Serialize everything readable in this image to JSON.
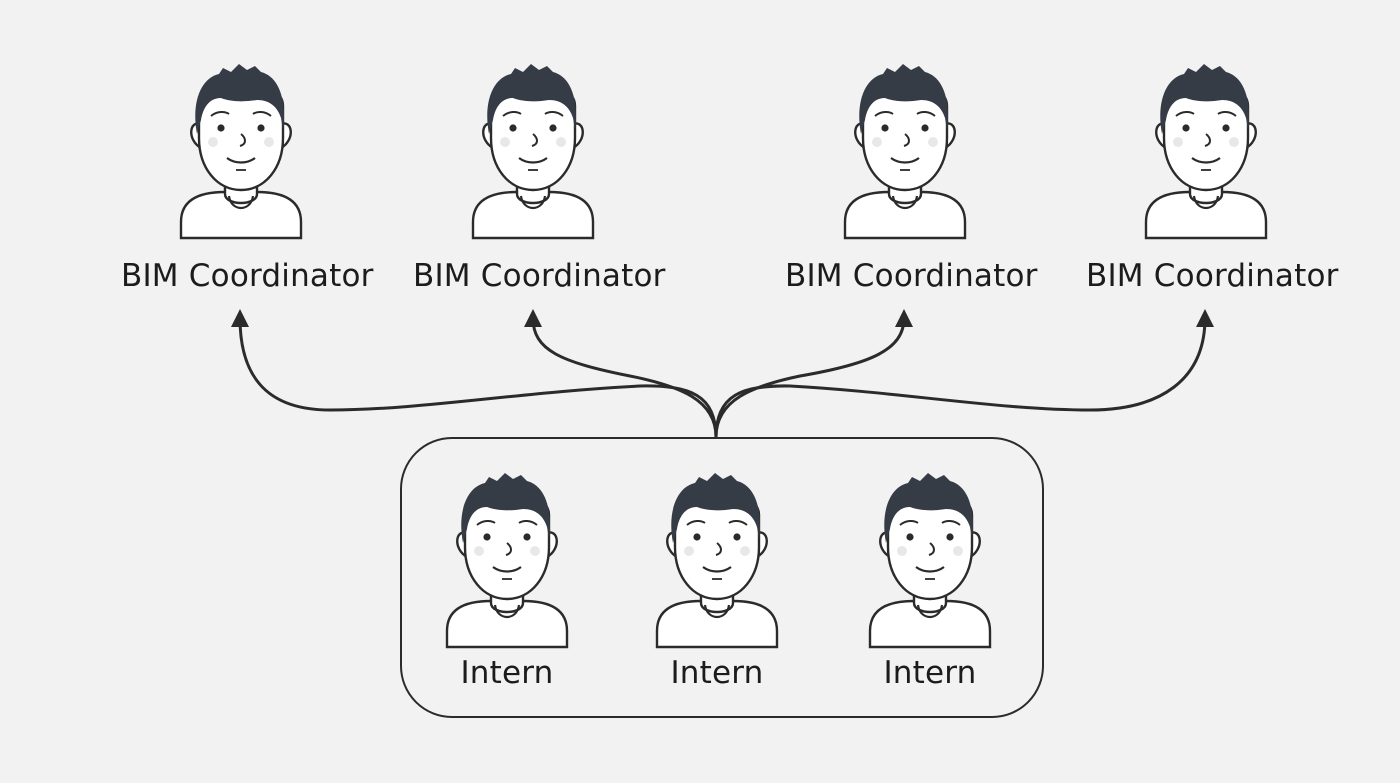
{
  "coordinators": [
    {
      "label": "BIM Coordinator"
    },
    {
      "label": "BIM Coordinator"
    },
    {
      "label": "BIM Coordinator"
    },
    {
      "label": "BIM Coordinator"
    }
  ],
  "interns": [
    {
      "label": "Intern"
    },
    {
      "label": "Intern"
    },
    {
      "label": "Intern"
    }
  ],
  "relationship": {
    "from": "interns-group",
    "to": [
      "coordinator-1",
      "coordinator-2",
      "coordinator-3",
      "coordinator-4"
    ],
    "arrow": "one-to-many"
  },
  "colors": {
    "background": "#f2f2f2",
    "stroke": "#2b2b2b",
    "hair": "#363c46",
    "skin": "#ffffff",
    "cheek": "#e6e6e6",
    "text": "#1c1c1c"
  },
  "icons": {
    "person": "person-avatar-icon"
  }
}
